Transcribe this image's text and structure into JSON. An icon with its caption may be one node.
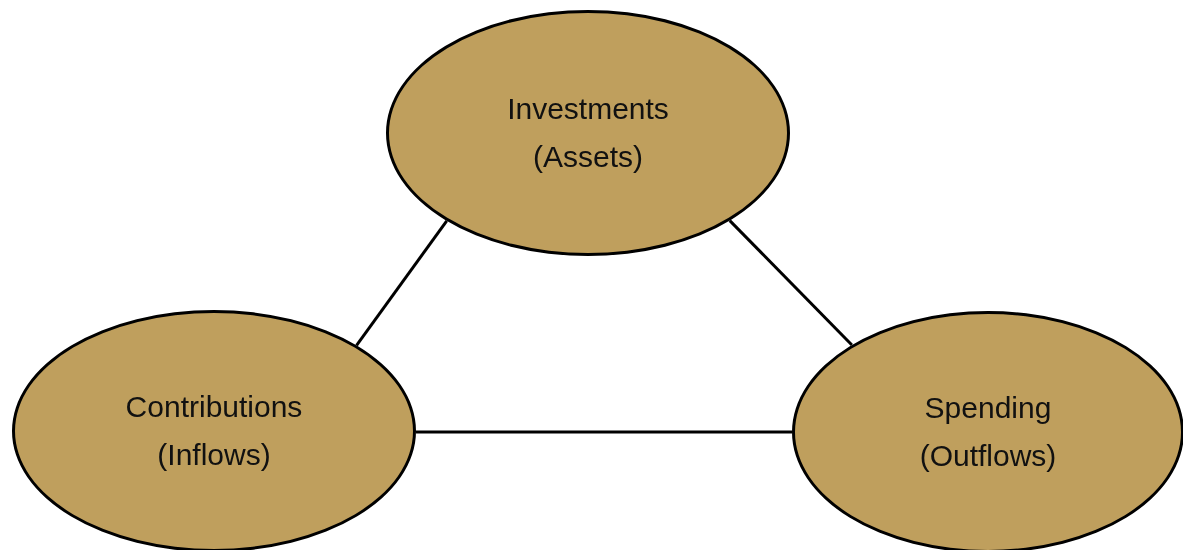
{
  "diagram": {
    "nodes": [
      {
        "text": [
          "Investments (Assets)"
        ]
      },
      {
        "text": [
          "Contributions (Inflows)"
        ]
      },
      {
        "text": [
          "Spending (Outflows)"
        ]
      }
    ],
    "edges": [
      {
        "from": 0,
        "to": 1,
        "arrow": "none"
      },
      {
        "from": 0,
        "to": 2,
        "arrow": "none"
      },
      {
        "from": 1,
        "to": 2,
        "arrow": "none"
      }
    ]
  }
}
